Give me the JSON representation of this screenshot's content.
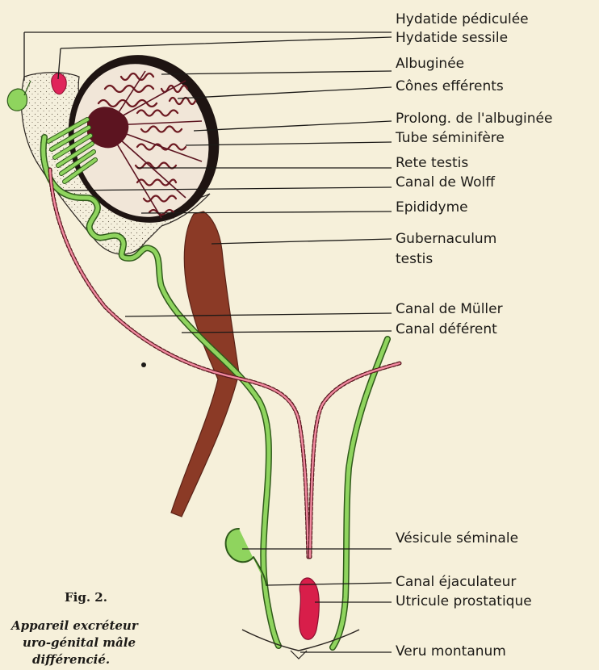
{
  "labels": {
    "hydatide_pediculee": "Hydatide pédiculée",
    "hydatide_sessile": "Hydatide sessile",
    "albuginee": "Albuginée",
    "cones_efferents": "Cônes efférents",
    "prolong_albuginee": "Prolong. de l'albuginée",
    "tube_seminifere": "Tube séminifère",
    "rete_testis": "Rete testis",
    "canal_wolff": "Canal de Wolff",
    "epididyme": "Epididyme",
    "gubernaculum_1": "Gubernaculum",
    "gubernaculum_2": "testis",
    "canal_muller": "Canal de Müller",
    "canal_deferent": "Canal déférent",
    "vesicule_seminale": "Vésicule séminale",
    "canal_ejaculateur": "Canal éjaculateur",
    "utricule_prostatique": "Utricule prostatique",
    "veru_montanum": "Veru montanum"
  },
  "caption": {
    "fig": "Fig. 2.",
    "line1": "Appareil excréteur",
    "line2": "uro-génital mâle",
    "line3": "différencié."
  },
  "colors": {
    "paper": "#f6f0da",
    "wolffian_green": "#8fd45e",
    "mullerian_red": "#e0245a",
    "gubernaculum_brown": "#8b3a26",
    "albuginea_black": "#1e1412",
    "tubule_maroon": "#6e1a22"
  }
}
